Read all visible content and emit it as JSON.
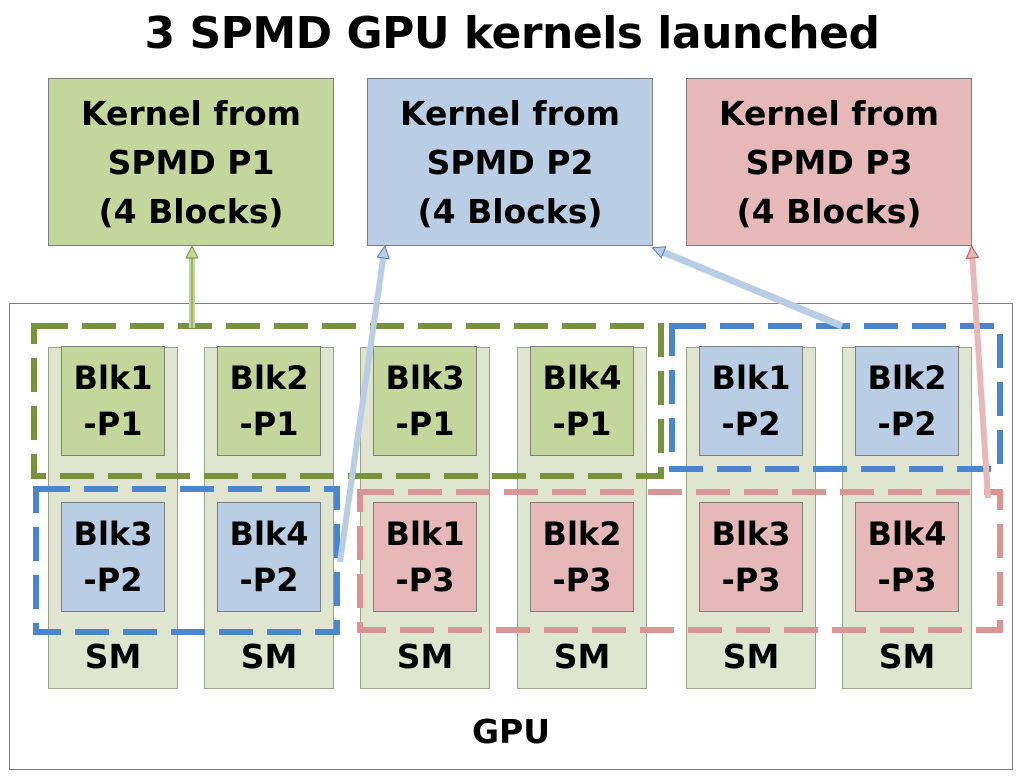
{
  "title": "3 SPMD GPU kernels launched",
  "kernels": [
    {
      "line1": "Kernel from",
      "line2": "SPMD P1",
      "line3": "(4 Blocks)",
      "color": "#c3d69b"
    },
    {
      "line1": "Kernel from",
      "line2": "SPMD P2",
      "line3": "(4 Blocks)",
      "color": "#b9cde5"
    },
    {
      "line1": "Kernel from",
      "line2": "SPMD P3",
      "line3": "(4 Blocks)",
      "color": "#e6b9b8"
    }
  ],
  "sm_label": "SM",
  "gpu_label": "GPU",
  "row1_blocks": [
    {
      "line1": "Blk1",
      "line2": "-P1",
      "process": "P1"
    },
    {
      "line1": "Blk2",
      "line2": "-P1",
      "process": "P1"
    },
    {
      "line1": "Blk3",
      "line2": "-P1",
      "process": "P1"
    },
    {
      "line1": "Blk4",
      "line2": "-P1",
      "process": "P1"
    },
    {
      "line1": "Blk1",
      "line2": "-P2",
      "process": "P2"
    },
    {
      "line1": "Blk2",
      "line2": "-P2",
      "process": "P2"
    }
  ],
  "row2_blocks": [
    {
      "line1": "Blk3",
      "line2": "-P2",
      "process": "P2"
    },
    {
      "line1": "Blk4",
      "line2": "-P2",
      "process": "P2"
    },
    {
      "line1": "Blk1",
      "line2": "-P3",
      "process": "P3"
    },
    {
      "line1": "Blk2",
      "line2": "-P3",
      "process": "P3"
    },
    {
      "line1": "Blk3",
      "line2": "-P3",
      "process": "P3"
    },
    {
      "line1": "Blk4",
      "line2": "-P3",
      "process": "P3"
    }
  ],
  "colors": {
    "p1_fill": "#c3d69b",
    "p2_fill": "#b9cde5",
    "p3_fill": "#e6b9b8",
    "p1_dash": "#77933c",
    "p2_dash": "#4a86d0",
    "p3_dash": "#d99594",
    "sm_fill": "#dfe5cf"
  }
}
